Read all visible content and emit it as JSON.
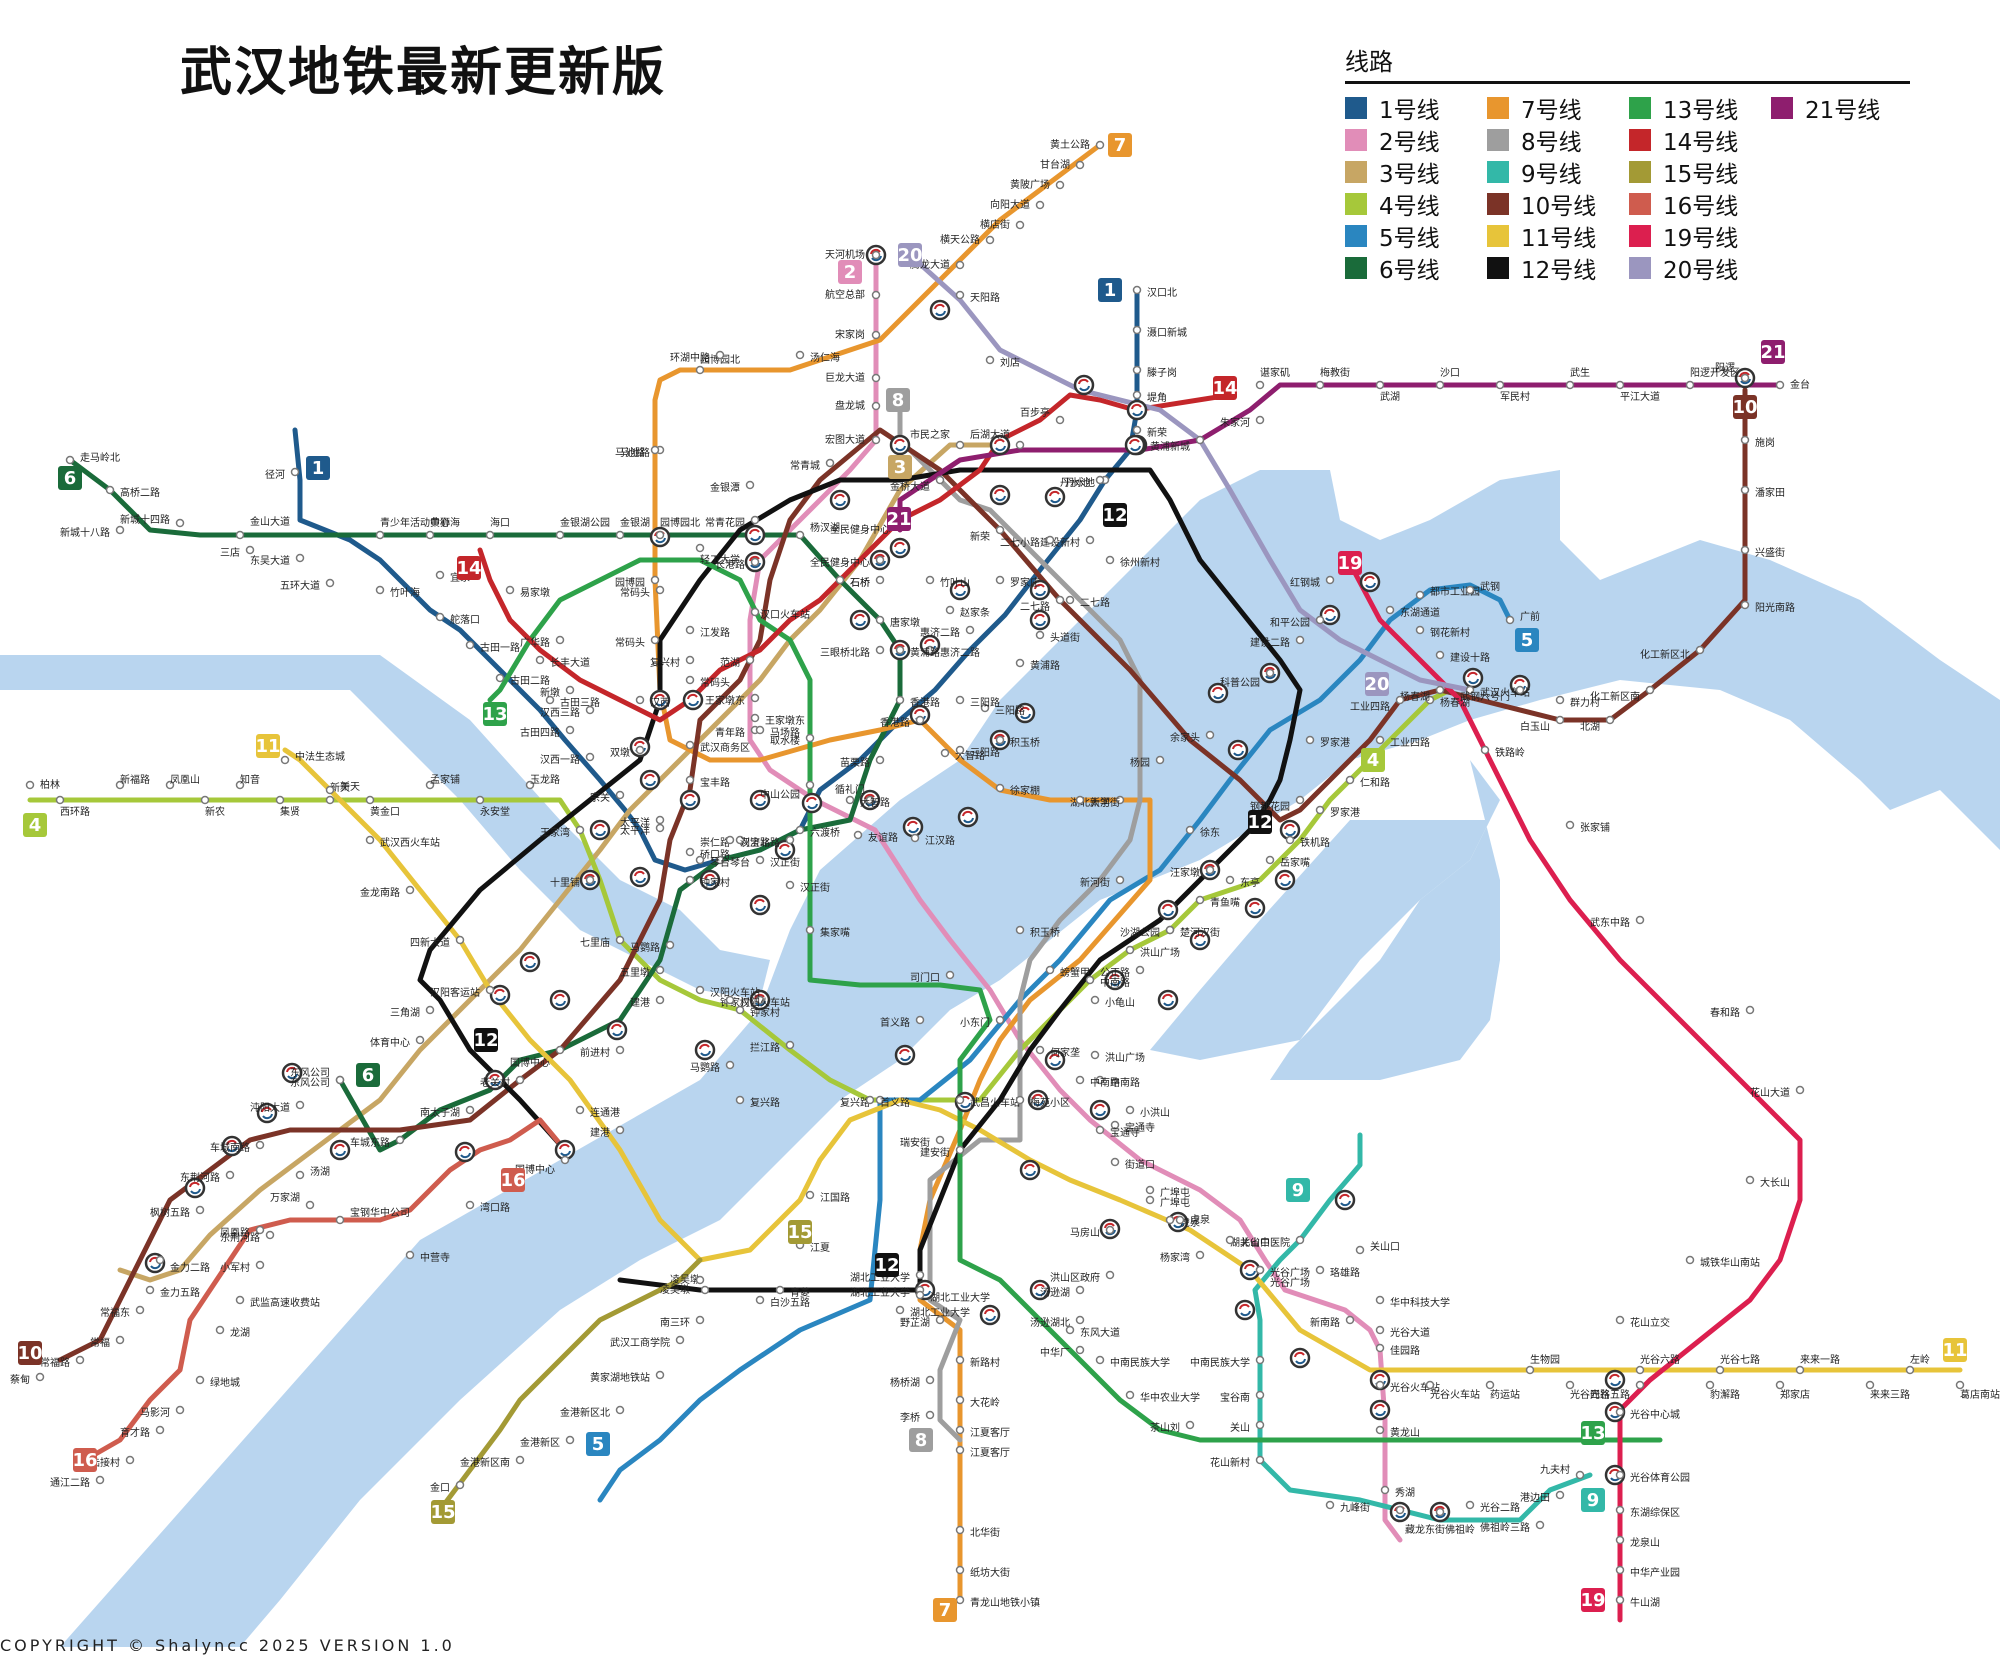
{
  "title": "武汉地铁最新更新版",
  "legend": {
    "header": "线路",
    "items": [
      {
        "label": "1号线",
        "color": "#1f5a8c"
      },
      {
        "label": "2号线",
        "color": "#e18db8"
      },
      {
        "label": "3号线",
        "color": "#c7a664"
      },
      {
        "label": "4号线",
        "color": "#a6c83a"
      },
      {
        "label": "5号线",
        "color": "#2a86c0"
      },
      {
        "label": "6号线",
        "color": "#1a6b3a"
      },
      {
        "label": "7号线",
        "color": "#e8962e"
      },
      {
        "label": "8号线",
        "color": "#9e9e9e"
      },
      {
        "label": "9号线",
        "color": "#33b8a8"
      },
      {
        "label": "10号线",
        "color": "#7b3327"
      },
      {
        "label": "11号线",
        "color": "#e7c43a"
      },
      {
        "label": "12号线",
        "color": "#111111"
      },
      {
        "label": "13号线",
        "color": "#2ea24a"
      },
      {
        "label": "14号线",
        "color": "#c4262a"
      },
      {
        "label": "15号线",
        "color": "#a39a35"
      },
      {
        "label": "16号线",
        "color": "#cf5c4e"
      },
      {
        "label": "19号线",
        "color": "#dc1f4f"
      },
      {
        "label": "20号线",
        "color": "#9b96bf"
      },
      {
        "label": "21号线",
        "color": "#8e1e6e"
      }
    ]
  },
  "water_color": "#b9d5ef",
  "lines": [
    {
      "id": "1",
      "label": "1",
      "color": "#1f5a8c"
    },
    {
      "id": "2",
      "label": "2",
      "color": "#e18db8"
    },
    {
      "id": "3",
      "label": "3",
      "color": "#c7a664"
    },
    {
      "id": "4",
      "label": "4",
      "color": "#a6c83a"
    },
    {
      "id": "5",
      "label": "5",
      "color": "#2a86c0"
    },
    {
      "id": "6",
      "label": "6",
      "color": "#1a6b3a"
    },
    {
      "id": "7",
      "label": "7",
      "color": "#e8962e"
    },
    {
      "id": "8",
      "label": "8",
      "color": "#9e9e9e"
    },
    {
      "id": "9",
      "label": "9",
      "color": "#33b8a8"
    },
    {
      "id": "10",
      "label": "10",
      "color": "#7b3327"
    },
    {
      "id": "11",
      "label": "11",
      "color": "#e7c43a"
    },
    {
      "id": "12",
      "label": "12",
      "color": "#111111"
    },
    {
      "id": "13",
      "label": "13",
      "color": "#2ea24a"
    },
    {
      "id": "14",
      "label": "14",
      "color": "#c4262a"
    },
    {
      "id": "15",
      "label": "15",
      "color": "#a39a35"
    },
    {
      "id": "16",
      "label": "16",
      "color": "#cf5c4e"
    },
    {
      "id": "19",
      "label": "19",
      "color": "#dc1f4f"
    },
    {
      "id": "20",
      "label": "20",
      "color": "#9b96bf"
    },
    {
      "id": "21",
      "label": "21",
      "color": "#8e1e6e"
    }
  ],
  "stations": {
    "s1": "汉口北",
    "s2": "滠口新城",
    "s3": "滕子岗",
    "s4": "堤角",
    "s5": "新荣",
    "s6": "丹水池",
    "s7": "徐州新村",
    "s8": "二七路",
    "s9": "头道街",
    "s10": "黄浦路",
    "s11": "三阳路",
    "s12": "大智路",
    "s13": "循礼门",
    "s14": "友谊路",
    "s15": "利济北路",
    "s16": "崇仁路",
    "s17": "硚口路",
    "s18": "太平洋",
    "s19": "宗关",
    "s20": "汉西一路",
    "s21": "古田四路",
    "s22": "古田三路",
    "s23": "古田二路",
    "s24": "古田一路",
    "s25": "舵落口",
    "s26": "竹叶海",
    "s27": "五环大道",
    "s28": "东吴大道",
    "s29": "三店",
    "s30": "径河",
    "t1": "天河机场",
    "t2": "航空总部",
    "t3": "宋家岗",
    "t4": "巨龙大道",
    "t5": "盘龙城",
    "t6": "宏图大道",
    "t7": "常青城",
    "t8": "金银潭",
    "t9": "常青花园",
    "t10": "长港路",
    "t11": "汉口火车站",
    "t12": "范湖",
    "t13": "王家墩东",
    "t14": "青年路",
    "t15": "中山公园",
    "t16": "江汉路",
    "t17": "积玉桥",
    "t18": "螃蟹甲",
    "t19": "小龟山",
    "t20": "洪山广场",
    "t21": "中南路",
    "t22": "宝通寺",
    "t23": "街道口",
    "t24": "广埠屯",
    "t25": "虎泉",
    "t26": "杨家湾",
    "t27": "光谷广场",
    "t28": "珞雄路",
    "t29": "华中科技大学",
    "t30": "光谷大道",
    "t31": "佳园路",
    "t32": "光谷火车站",
    "t33": "黄龙山",
    "t34": "秀湖",
    "t35": "藏龙东街",
    "t36": "佛祖岭",
    "u1": "黄土公路",
    "u2": "甘台湖",
    "u3": "黄陂广场",
    "u4": "向阳大道",
    "u5": "横店街",
    "u6": "横天公路",
    "u7": "腾龙大道",
    "u8": "天阳路",
    "u9": "刘店",
    "u10": "园博园北",
    "u11": "常码头",
    "u12": "武汉商务区",
    "u13": "王家墩东",
    "u14": "取水楼",
    "u15": "香港路",
    "u16": "三阳路",
    "u17": "徐家棚",
    "u18": "湖北大学",
    "u19": "新河街",
    "u20": "瑞安街",
    "u21": "武昌火车站",
    "u22": "复兴路",
    "u23": "钟家村",
    "u24": "拦江路",
    "u25": "建安街",
    "u26": "湖北工业大学",
    "u27": "江夏客厅",
    "u28": "青龙山地铁小镇",
    "v1": "柏林",
    "v2": "西环路",
    "v3": "新福路",
    "v4": "凤凰山",
    "v5": "知音",
    "v6": "新农",
    "v7": "集贤",
    "v8": "黄金口",
    "v9": "孟家铺",
    "v10": "永安堂",
    "v11": "玉龙路",
    "v12": "王家湾",
    "v13": "十里铺",
    "v14": "七里庙",
    "v15": "五里墩",
    "v16": "汉阳火车站",
    "v17": "钟家村",
    "v18": "首义路",
    "v19": "梅苑小区",
    "v20": "中南路",
    "v21": "洪山广场",
    "v22": "楚河汉街",
    "v23": "青鱼嘴",
    "v24": "东亭",
    "v25": "岳家嘴",
    "v26": "铁机路",
    "v27": "罗家港",
    "v28": "仁和路",
    "v29": "工业四路",
    "v30": "杨春湖",
    "v31": "武汉火车站",
    "w1": "走马岭北",
    "w2": "高桥二路",
    "w3": "新城十八路",
    "w4": "新城十四路",
    "w5": "金山大道",
    "w6": "青少年活动中心",
    "w7": "黄狮海",
    "w8": "海口",
    "w9": "金银湖公园",
    "w10": "金银湖",
    "w11": "园博园北",
    "w12": "轻工大学",
    "w13": "杨汊湖",
    "w14": "石桥",
    "w15": "唐家墩",
    "w16": "三眼桥北路",
    "w17": "香港路",
    "w18": "苗栗路",
    "w19": "大智路",
    "w20": "六渡桥",
    "w21": "汉正街",
    "w22": "琴台",
    "w23": "钟家村",
    "w24": "马鹦路",
    "w25": "建港",
    "w26": "前进村",
    "w27": "国博中心",
    "w28": "老关村",
    "w29": "南太子湖",
    "w30": "车城东路",
    "w31": "东风公司",
    "x1": "阳逻",
    "x2": "金台",
    "x3": "施岗",
    "x4": "潘家田",
    "x5": "兴盛街",
    "x6": "阳光南路",
    "x7": "化工新区北",
    "x8": "化工新区南",
    "x9": "北湖",
    "x10": "白玉山",
    "x11": "群力村",
    "x12": "武钢六号门",
    "x13": "杨春湖",
    "x14": "工业四路",
    "x15": "钢都花园",
    "x16": "二七路",
    "x17": "新荣",
    "y1": "中法生态城",
    "y2": "新天",
    "y3": "武汉西火车站",
    "y4": "金龙南路",
    "y5": "四新大道",
    "y6": "汉阳客运站",
    "y7": "三角湖",
    "y8": "体育中心",
    "y9": "东风公司",
    "y10": "沌阳大道",
    "y11": "车城南路",
    "y12": "东荆河路",
    "y13": "枫树五路",
    "y14": "金力二路",
    "y15": "金力五路",
    "y16": "常福东",
    "y17": "常福",
    "y18": "常福路",
    "y19": "新天",
    "y20": "蔡甸",
    "z1": "光谷六路",
    "z2": "光谷七路",
    "z3": "来来一路",
    "z4": "来来三路",
    "z5": "左岭",
    "z6": "葛店南站",
    "z7": "光谷五路",
    "z8": "豹澥路",
    "z9": "郑家店",
    "z10": "生物园",
    "z11": "光谷四路",
    "z12": "药运站",
    "z13": "光谷火车站",
    "z14": "新南路",
    "z15": "关山口",
    "z16": "湖北省中医院",
    "z17": "中南民族大学",
    "z18": "宝谷南",
    "z19": "关山",
    "z20": "花山新村",
    "a1": "赵家条",
    "a2": "惠济二路",
    "a3": "黄浦路",
    "a4": "三阳路",
    "a5": "积玉桥",
    "a6": "新河街",
    "a7": "小东门",
    "a8": "司门口",
    "a9": "首义路",
    "a10": "何家垄",
    "a11": "中南路",
    "a12": "宝通寺",
    "a13": "马房山",
    "a14": "广埠屯",
    "b1": "丹水池",
    "b2": "建设新村",
    "b3": "二七小路",
    "b4": "罗家庄",
    "b5": "惠济二路",
    "b6": "竹叶山",
    "b7": "石桥",
    "b8": "全民健身中心",
    "c1": "马池路",
    "c2": "环湖中路",
    "c3": "汤仁海",
    "c4": "马池路",
    "c5": "园博园",
    "c6": "常码头",
    "c7": "汉西",
    "c8": "太平洋",
    "c9": "琴台",
    "c10": "复兴路",
    "d1": "罗家港",
    "d2": "和平公园",
    "d3": "建设二路",
    "d4": "红钢城",
    "d5": "都市工业园",
    "d6": "武钢",
    "d7": "广前",
    "d8": "科普公园",
    "d9": "余家头",
    "d10": "杨园",
    "d11": "徐东",
    "d12": "汪家墩",
    "d13": "沙湖公园",
    "d14": "公正路",
    "d15": "小洪山",
    "d16": "洪山区政府",
    "d17": "汤逊湖",
    "e1": "汤逊湖北",
    "e2": "中华厂",
    "f1": "虎泉",
    "f2": "关山口",
    "f3": "光谷广场",
    "f4": "九峰街",
    "f5": "光谷二路",
    "f6": "佛祖岭三路",
    "f7": "港边田",
    "f8": "九夫村",
    "g1": "宝丰路",
    "g2": "汉宝路",
    "g3": "马场路",
    "g4": "汉正街",
    "g5": "集家嘴",
    "g6": "汉阳火车站",
    "g7": "马鹦路",
    "g8": "建港",
    "g9": "湖北工业大学",
    "h1": "中南民族大学",
    "h2": "华中农业大学",
    "h3": "茶山刘",
    "h4": "东风大道",
    "k1": "东湖通道",
    "k2": "钢花新村",
    "k3": "建设十路",
    "k4": "铁路岭",
    "k5": "张家铺",
    "k6": "武东中路",
    "k7": "春和路",
    "k8": "花山大道",
    "k9": "大长山",
    "k10": "城铁华山南站",
    "k11": "花山立交",
    "k12": "光谷中心城",
    "k13": "光谷体育公园",
    "k14": "东湖综保区",
    "k15": "龙泉山",
    "k16": "中华产业园",
    "k17": "牛山湖",
    "m1": "梅教街",
    "m2": "武湖",
    "m3": "沙口",
    "m4": "军民村",
    "m5": "武生",
    "m6": "平江大道",
    "m7": "阳逻开发区",
    "m8": "谌家矶",
    "m9": "朱家河",
    "m10": "黄浦新城",
    "m11": "百步亭",
    "m12": "后湖大道",
    "m13": "市民之家",
    "m14": "金桥大道",
    "m15": "全民健身中心",
    "n1": "宜家",
    "n2": "易家墩",
    "n3": "广华路",
    "n4": "长丰大道",
    "n5": "新墩",
    "n6": "汉西三路",
    "n7": "双墩",
    "n8": "江发路",
    "n9": "复兴村",
    "n10": "常码头",
    "p1": "青菱",
    "p2": "凌吴墩",
    "p3": "南三环",
    "p4": "武汉工商学院",
    "p5": "黄家湖地铁站",
    "p6": "金港新区北",
    "p7": "金港新区",
    "p8": "金港新区南",
    "p9": "金口",
    "q1": "江夏",
    "q2": "湖北工业大学",
    "q3": "江国路",
    "q4": "白沙五路",
    "q5": "凌吴墩",
    "q6": "国博中心",
    "q7": "连通港",
    "q8": "湖北工业大学",
    "q9": "野芷湖",
    "q10": "杨桥湖",
    "q11": "李桥",
    "q12": "新路村",
    "q13": "大花岭",
    "q14": "江夏客厅",
    "q15": "北华街",
    "q16": "纸坊大街",
    "r1": "凤凰路",
    "r2": "宝钢华中公司",
    "r3": "汤湖",
    "r4": "万家湖",
    "r5": "东荆河路",
    "r6": "小军村",
    "r7": "武监高速收费站",
    "r8": "龙湖",
    "r9": "绿地城",
    "r10": "马影河",
    "r11": "育才路",
    "r12": "陆接村",
    "r13": "通江二路",
    "r14": "中营寺",
    "r15": "湾口路"
  },
  "copyright": "COPYRIGHT © Shalyncc 2025   VERSION 1.0"
}
